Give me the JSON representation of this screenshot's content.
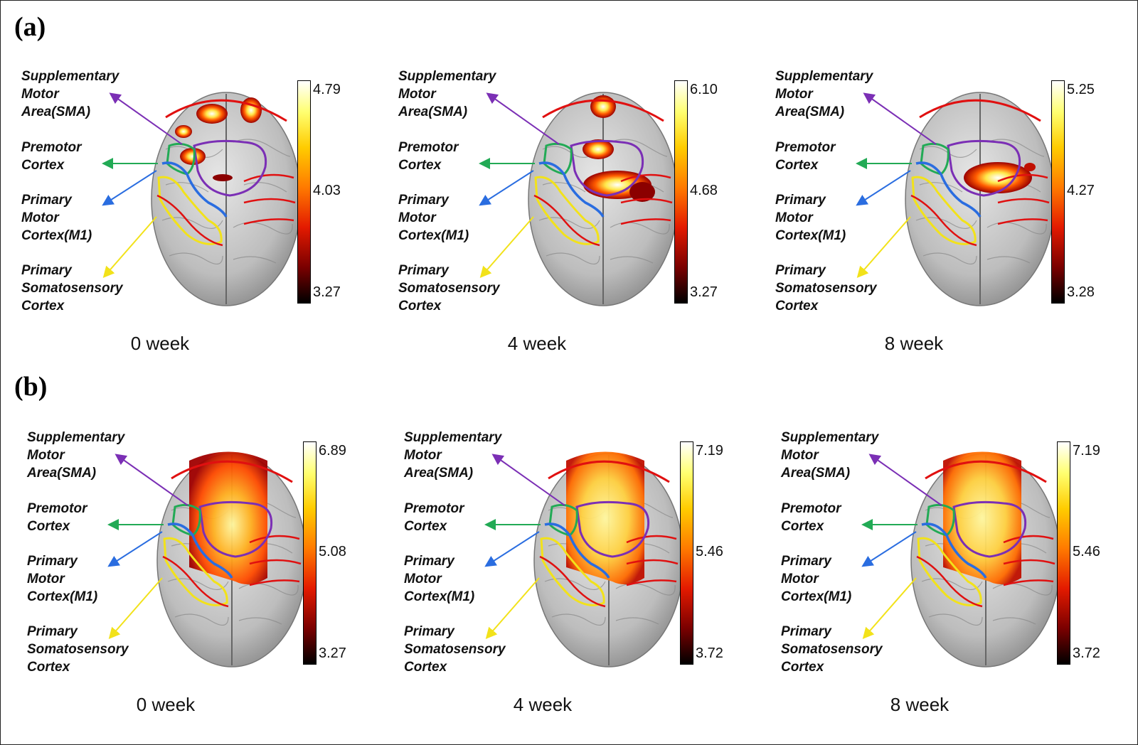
{
  "rows": [
    {
      "label": "(a)",
      "panels": [
        {
          "caption": "0 week",
          "cbar": {
            "max": "4.79",
            "mid": "4.03",
            "min": "3.27"
          }
        },
        {
          "caption": "4 week",
          "cbar": {
            "max": "6.10",
            "mid": "4.68",
            "min": "3.27"
          }
        },
        {
          "caption": "8 week",
          "cbar": {
            "max": "5.25",
            "mid": "4.27",
            "min": "3.28"
          }
        }
      ]
    },
    {
      "label": "(b)",
      "panels": [
        {
          "caption": "0 week",
          "cbar": {
            "max": "6.89",
            "mid": "5.08",
            "min": "3.27"
          }
        },
        {
          "caption": "4 week",
          "cbar": {
            "max": "7.19",
            "mid": "5.46",
            "min": "3.72"
          }
        },
        {
          "caption": "8 week",
          "cbar": {
            "max": "7.19",
            "mid": "5.46",
            "min": "3.72"
          }
        }
      ]
    }
  ],
  "region_labels": {
    "sma": [
      "Supplementary",
      "Motor",
      "Area(SMA)"
    ],
    "premotor": [
      "Premotor",
      "Cortex"
    ],
    "m1": [
      "Primary",
      "Motor",
      "Cortex(M1)"
    ],
    "s1": [
      "Primary",
      "Somatosensory",
      "Cortex"
    ]
  },
  "colors": {
    "sma": "#7b2fb5",
    "premotor": "#22aa55",
    "m1": "#2a6de0",
    "s1": "#f2e21a",
    "outline": "#e01010"
  }
}
